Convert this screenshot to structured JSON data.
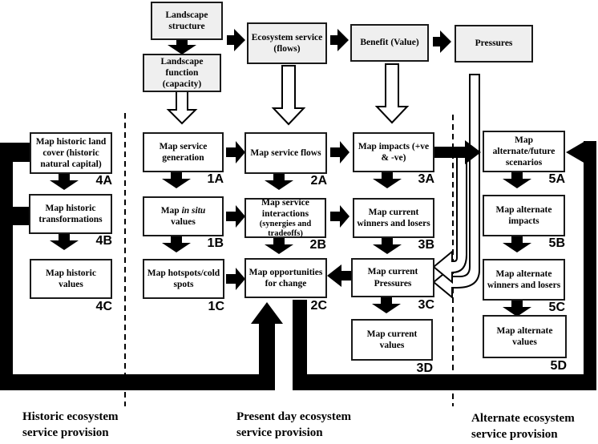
{
  "figure": {
    "top_row": {
      "landscape_structure": "Landscape structure",
      "landscape_function": "Landscape function (capacity)",
      "ecosystem_service": "Ecosystem service (flows)",
      "benefit": "Benefit (Value)",
      "pressures": "Pressures"
    },
    "boxes": {
      "b4a": {
        "text": "Map historic land cover (historic natural capital)",
        "label": "4A"
      },
      "b4b": {
        "text": "Map historic transformations",
        "label": "4B"
      },
      "b4c": {
        "text": "Map historic values",
        "label": "4C"
      },
      "b1a": {
        "text": "Map service generation",
        "label": "1A"
      },
      "b1b": {
        "prefix": "Map ",
        "italic": "in situ",
        "suffix": "values",
        "label": "1B"
      },
      "b1c": {
        "text": "Map hotspots/cold spots",
        "label": "1C"
      },
      "b2a": {
        "text": "Map service flows",
        "label": "2A"
      },
      "b2b": {
        "text": "Map service interactions",
        "sub": "(synergies and tradeoffs)",
        "label": "2B"
      },
      "b2c": {
        "text": "Map opportunities for change",
        "label": "2C"
      },
      "b3a": {
        "text": "Map impacts (+ve & -ve)",
        "label": "3A"
      },
      "b3b": {
        "text": "Map current winners and losers",
        "label": "3B"
      },
      "b3c": {
        "text": "Map current Pressures",
        "label": "3C"
      },
      "b3d": {
        "text": "Map current values",
        "label": "3D"
      },
      "b5a": {
        "text": "Map alternate/future scenarios",
        "label": "5A"
      },
      "b5b": {
        "text": "Map alternate impacts",
        "label": "5B"
      },
      "b5c": {
        "text": "Map alternate winners and losers",
        "label": "5C"
      },
      "b5d": {
        "text": "Map alternate values",
        "label": "5D"
      }
    },
    "sections": {
      "historic": "Historic ecosystem service provision",
      "present": "Present day ecosystem service provision",
      "alternate": "Alternate ecosystem service provision"
    },
    "colors": {
      "ink": "#000000",
      "top_box_fill": "#efefef",
      "box_fill": "#ffffff"
    }
  }
}
